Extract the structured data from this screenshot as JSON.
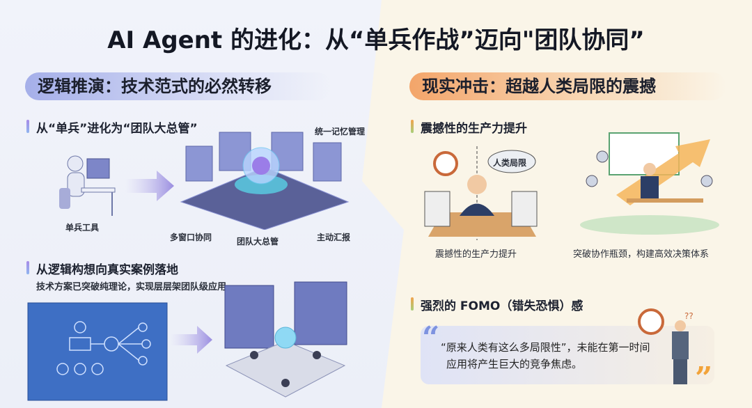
{
  "title": "AI Agent 的进化：从“单兵作战”迈向\"团队协同”",
  "left": {
    "banner": "逻辑推演：技术范式的必然转移",
    "section1": {
      "heading": "从“单兵”进化为“团队大总管”",
      "labels": {
        "single": "单兵工具",
        "multi_window": "多窗口协同",
        "manager": "团队大总管",
        "report": "主动汇报",
        "memory": "统一记忆管理"
      }
    },
    "section2": {
      "heading": "从逻辑构想向真实案例落地",
      "description": "技术方案已突破纯理论，实现层层架团队级应用"
    }
  },
  "right": {
    "banner": "现实冲击：超越人类局限的震撼",
    "section1": {
      "heading": "震撼性的生产力提升",
      "bubble": "人类局限",
      "caption_left": "震撼性的生产力提升",
      "caption_right": "突破协作瓶颈，构建高效决策体系"
    },
    "section2": {
      "heading": "强烈的 FOMO（错失恐惧）感",
      "quote_line1": "“原来人类有这么多局限性”，未能在第一时间",
      "quote_line2": "应用将产生巨大的竞争焦虑。"
    }
  },
  "colors": {
    "left_accent": "#a5afe9",
    "right_accent": "#f3a56a",
    "quote_mark_left": "#7e93e0",
    "quote_mark_right": "#f2a33a"
  }
}
